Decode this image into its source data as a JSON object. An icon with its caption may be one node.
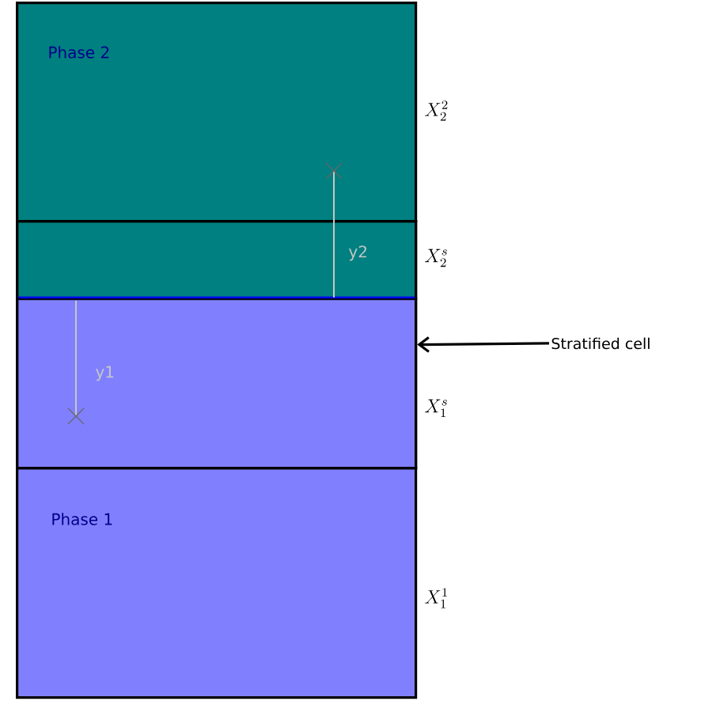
{
  "diagram": {
    "nodes": [
      {
        "text": [
          "Phase 2"
        ],
        "beside": [
          "X_2^2"
        ]
      },
      {
        "text": [],
        "shape": "box"
      },
      {
        "text": [],
        "shape": "box",
        "in": 1,
        "beside": [
          "X_2^s"
        ]
      },
      {
        "text": [],
        "shape": "box",
        "in": 1,
        "beside": [
          "X_1^s"
        ]
      },
      {
        "text": [
          "Phase 1"
        ],
        "beside": [
          "X_1^1"
        ]
      },
      {
        "text": [
          "Stratified cell"
        ]
      }
    ],
    "edges": [
      {
        "from": 5,
        "to": 1,
        "arrow": "to"
      }
    ],
    "labels": [
      "y2",
      "y1"
    ]
  }
}
